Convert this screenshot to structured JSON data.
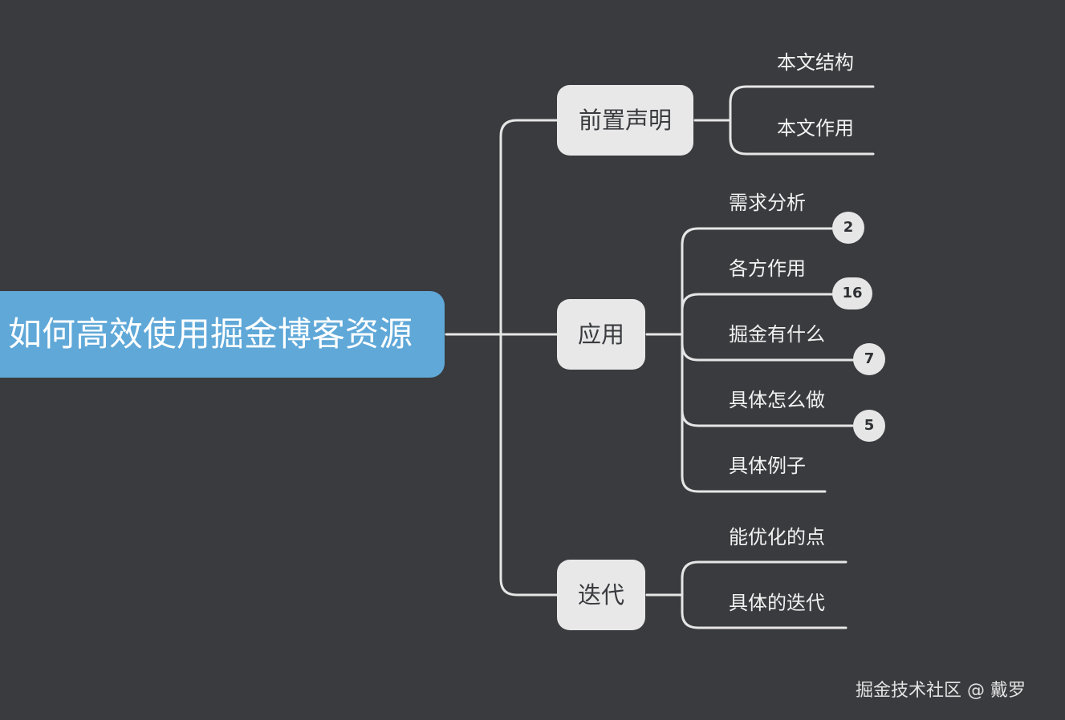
{
  "root": {
    "label": "如何高效使用掘金博客资源"
  },
  "branches": [
    {
      "label": "前置声明",
      "children": [
        {
          "label": "本文结构"
        },
        {
          "label": "本文作用"
        }
      ]
    },
    {
      "label": "应用",
      "children": [
        {
          "label": "需求分析",
          "count": "2"
        },
        {
          "label": "各方作用",
          "count": "16"
        },
        {
          "label": "掘金有什么",
          "count": "7"
        },
        {
          "label": "具体怎么做",
          "count": "5"
        },
        {
          "label": "具体例子"
        }
      ]
    },
    {
      "label": "迭代",
      "children": [
        {
          "label": "能优化的点"
        },
        {
          "label": "具体的迭代"
        }
      ]
    }
  ],
  "watermark": "掘金技术社区 @ 戴罗",
  "colors": {
    "background": "#3a3b3f",
    "root_fill": "#5fa8d8",
    "branch_fill": "#e8e8e8",
    "connector": "#e6e6e6"
  }
}
